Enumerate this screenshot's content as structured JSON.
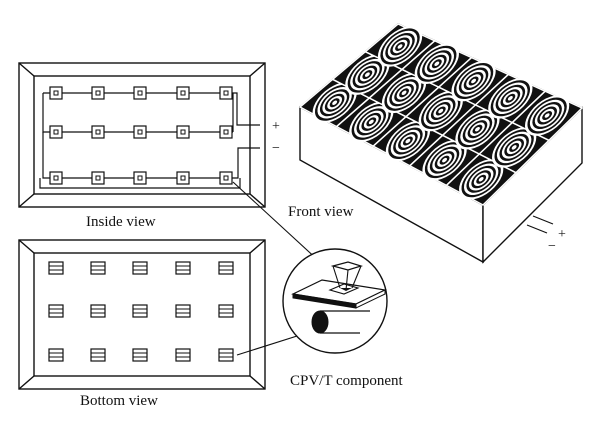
{
  "labels": {
    "inside_view": "Inside view",
    "bottom_view": "Bottom view",
    "front_view": "Front view",
    "component": "CPV/T component",
    "plus_inside": "+",
    "minus_inside": "−",
    "plus_front": "+",
    "minus_front": "−"
  },
  "grid": {
    "rows": 3,
    "cols": 5
  },
  "colors": {
    "stroke": "#111111",
    "background": "#ffffff"
  }
}
